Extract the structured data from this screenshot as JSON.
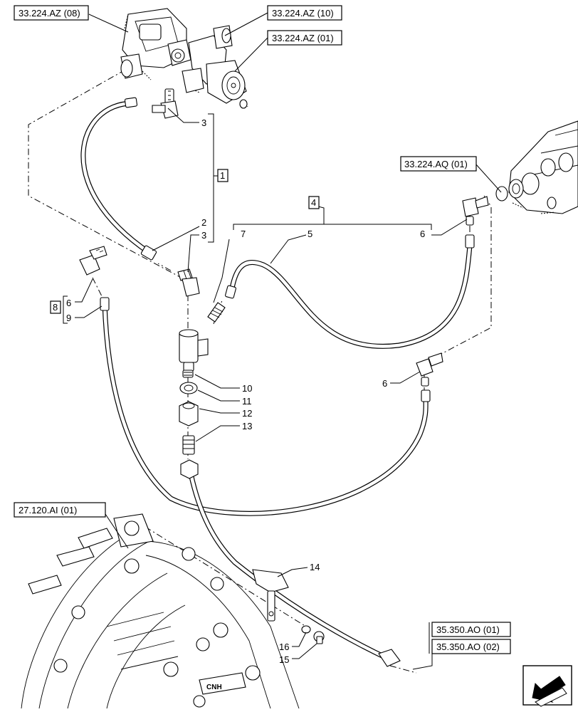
{
  "references": {
    "az08": "33.224.AZ (08)",
    "az10": "33.224.AZ (10)",
    "az01": "33.224.AZ (01)",
    "aq01": "33.224.AQ (01)",
    "ai01": "27.120.AI (01)",
    "ao01": "35.350.AO (01)",
    "ao02": "35.350.AO (02)"
  },
  "group_labels": {
    "g1": "1",
    "g4": "4",
    "g8": "8"
  },
  "callouts": {
    "c2": "2",
    "c3a": "3",
    "c3b": "3",
    "c5": "5",
    "c6a": "6",
    "c6b": "6",
    "c6c": "6",
    "c7": "7",
    "c9": "9",
    "c10": "10",
    "c11": "11",
    "c12": "12",
    "c13": "13",
    "c14": "14",
    "c15": "15",
    "c16": "16"
  },
  "icons": {
    "nav": "arrow-left-icon",
    "brand": "CNH"
  }
}
